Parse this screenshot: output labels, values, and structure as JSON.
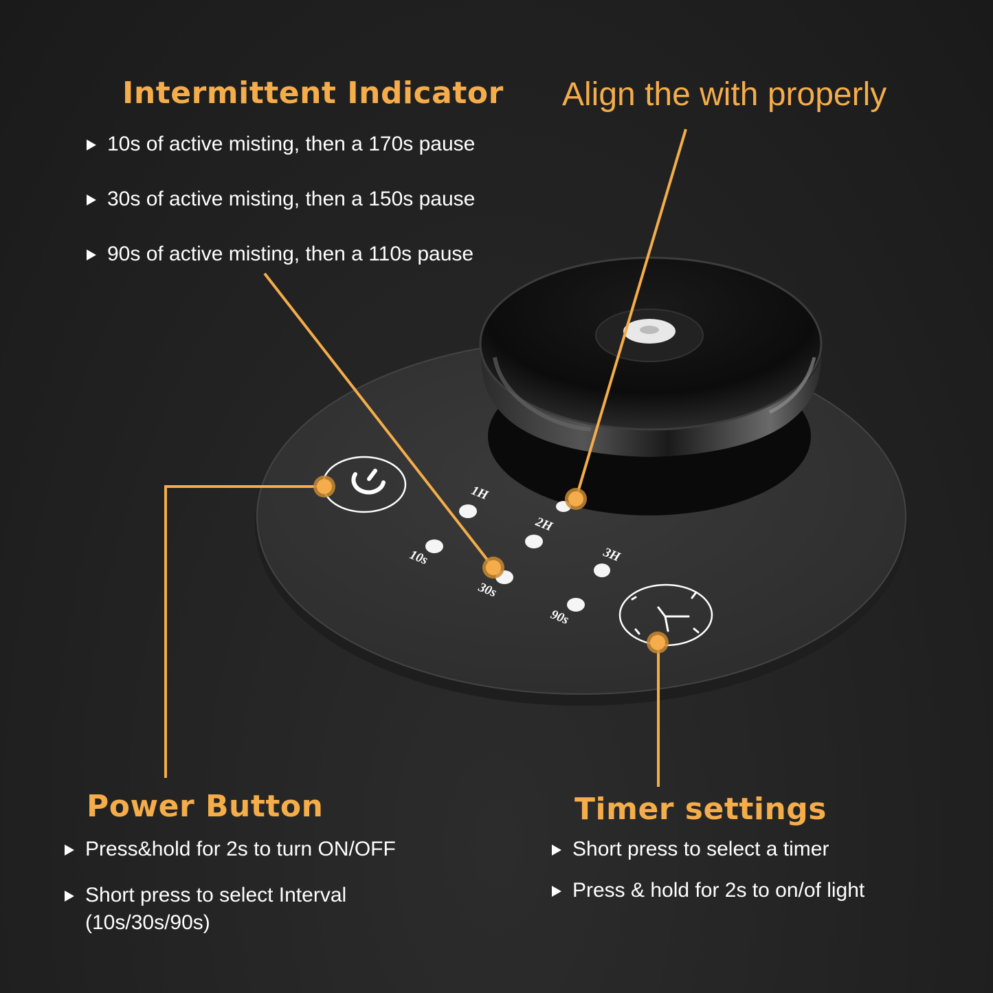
{
  "colors": {
    "accent": "#f4ad4a",
    "background": "#1c1c1c",
    "base_disc": "#333333",
    "text": "#ffffff"
  },
  "intermittent": {
    "title": "Intermittent Indicator",
    "items": [
      "10s of active misting, then a 170s pause",
      "30s of active misting, then a 150s pause",
      "90s of active misting, then a 110s pause"
    ]
  },
  "align": {
    "title": "Align the with properly"
  },
  "power": {
    "title": "Power Button",
    "items": [
      {
        "line1": "Press&hold for 2s to turn ON/OFF",
        "line2": ""
      },
      {
        "line1": "Short press to select Interval",
        "line2": "(10s/30s/90s)"
      }
    ]
  },
  "timer": {
    "title": "Timer settings",
    "items": [
      "Short press to select a timer",
      "Press & hold for 2s to on/of light"
    ]
  },
  "device": {
    "interval_labels": [
      "10s",
      "30s",
      "90s"
    ],
    "timer_labels": [
      "1H",
      "2H",
      "3H"
    ],
    "icons": {
      "power": "power-icon",
      "timer": "clock-icon"
    }
  }
}
